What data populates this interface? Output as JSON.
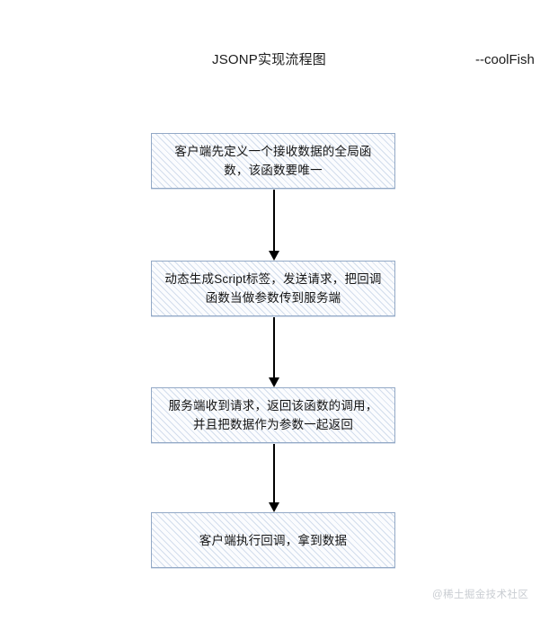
{
  "header": {
    "title": "JSONP实现流程图",
    "author": "--coolFish"
  },
  "flowchart": {
    "type": "vertical-flow",
    "orientation": "top-to-bottom",
    "colors": {
      "box_border": "#93a9c6",
      "box_fill": "#fbfcfe",
      "hatch_line": "#96afd2",
      "arrow": "#000000",
      "text": "#151515",
      "watermark": "#c9cdd2"
    },
    "nodes": [
      {
        "id": "step-1",
        "order": 1,
        "text": "客户端先定义一个接收数据的全局函\n数，该函数要唯一"
      },
      {
        "id": "step-2",
        "order": 2,
        "text": "动态生成Script标签，发送请求，把回调\n函数当做参数传到服务端"
      },
      {
        "id": "step-3",
        "order": 3,
        "text": "服务端收到请求，返回该函数的调用，\n并且把数据作为参数一起返回"
      },
      {
        "id": "step-4",
        "order": 4,
        "text": "客户端执行回调，拿到数据"
      }
    ],
    "connectors": [
      {
        "id": "arrow-1",
        "from": "step-1",
        "to": "step-2",
        "style": "solid-arrow-down"
      },
      {
        "id": "arrow-2",
        "from": "step-2",
        "to": "step-3",
        "style": "solid-arrow-down"
      },
      {
        "id": "arrow-3",
        "from": "step-3",
        "to": "step-4",
        "style": "solid-arrow-down"
      }
    ]
  },
  "watermark": {
    "text": "@稀土掘金技术社区"
  }
}
